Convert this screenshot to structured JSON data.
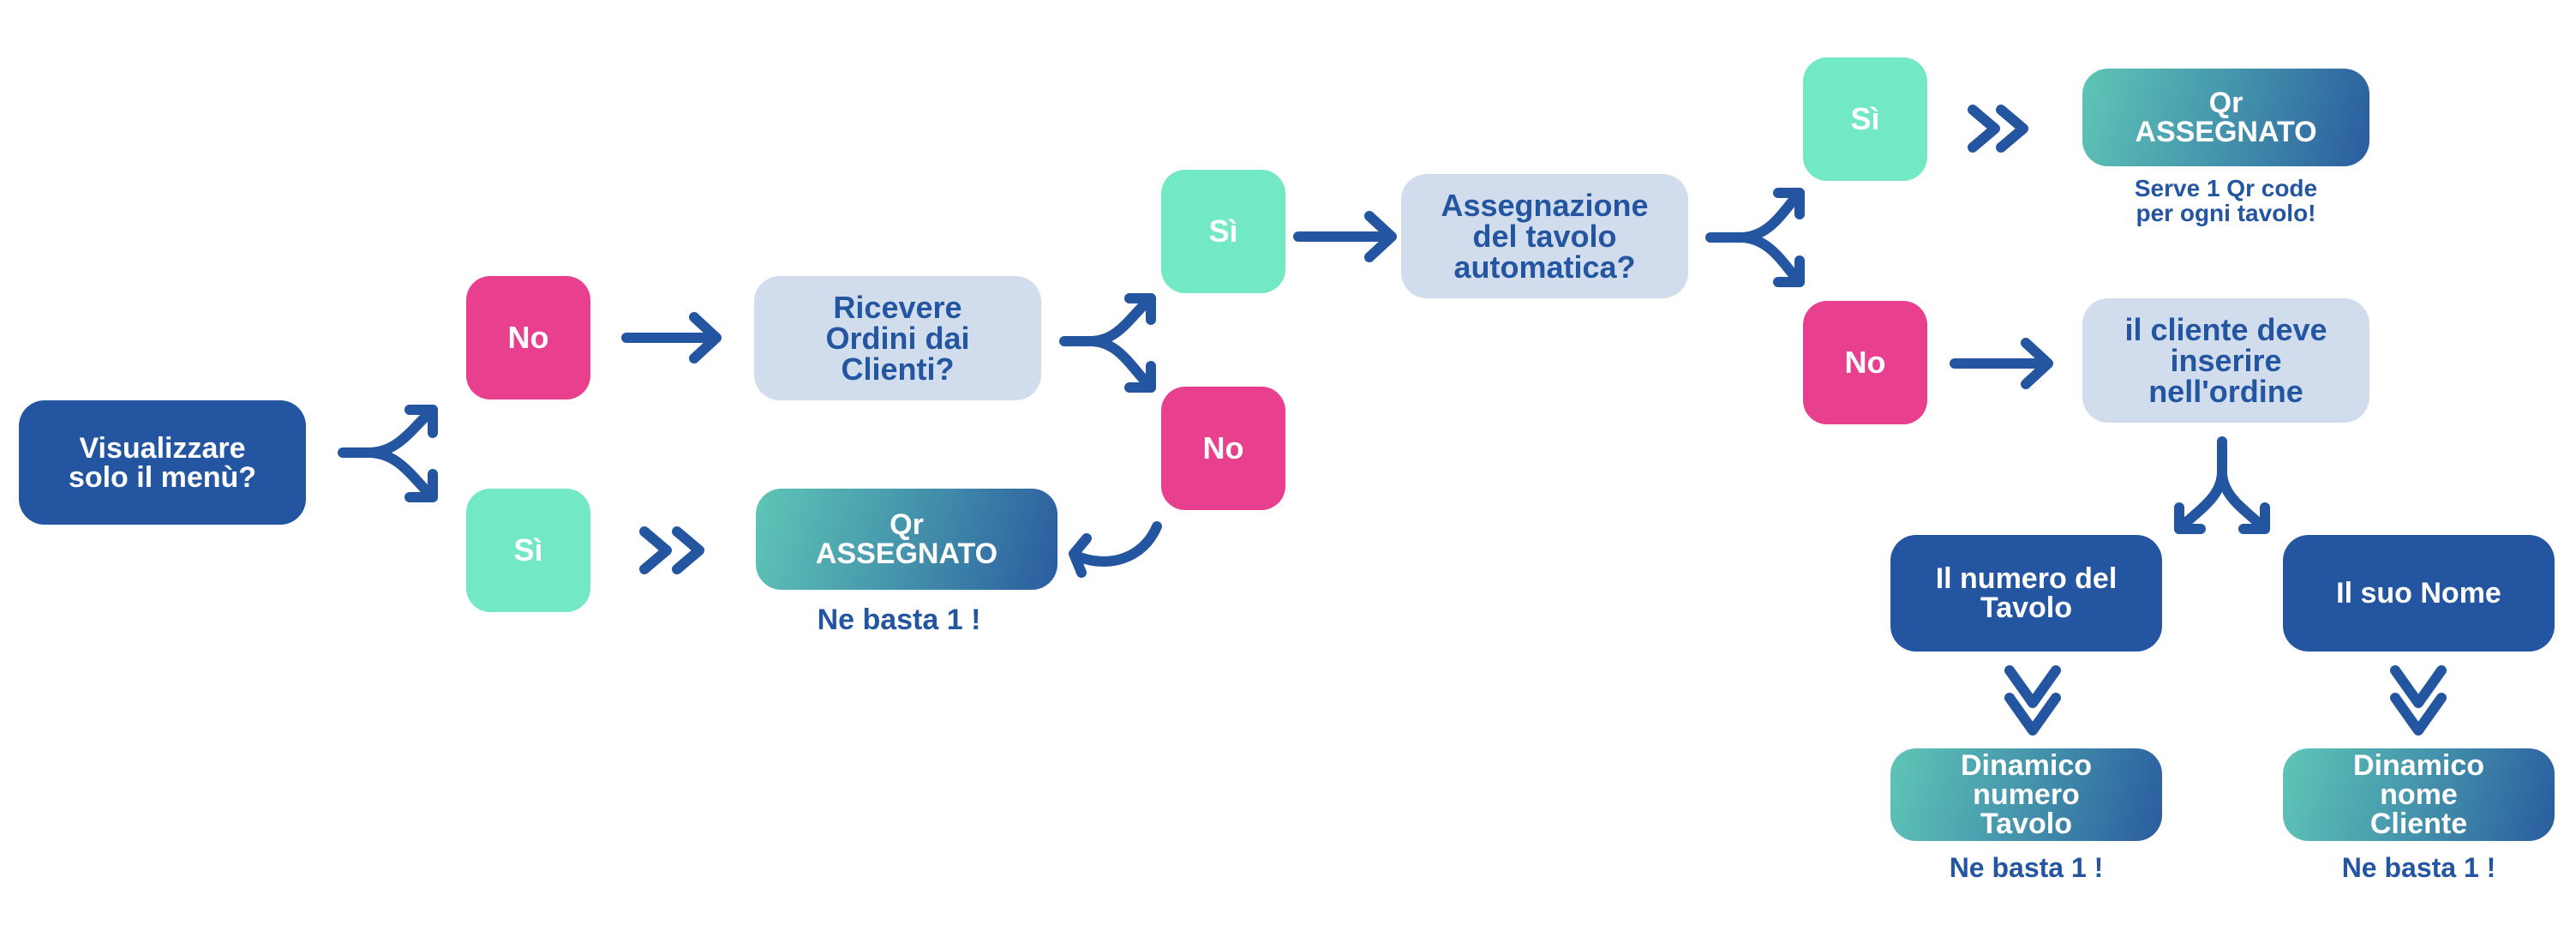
{
  "diagram": {
    "title": "",
    "colors": {
      "primary_blue": "#2455a0",
      "question_bg": "#d1dded",
      "yes_green": "#72e8c4",
      "no_pink": "#e8408f",
      "gradient_start": "#5fc6b6",
      "gradient_end": "#2a5c9f"
    },
    "nodes": {
      "q_menu": "Visualizzare\nsolo il menù?",
      "a1_no": "No",
      "a1_si": "Sì",
      "q_orders": "Ricevere\nOrdini dai\nClienti?",
      "qr_single": "Qr\nASSEGNATO",
      "qr_single_note": "Ne basta 1 !",
      "a2_si": "Sì",
      "a2_no": "No",
      "q_auto_table": "Assegnazione\ndel tavolo\nautomatica?",
      "a3_si": "Sì",
      "a3_no": "No",
      "qr_per_table": "Qr\nASSEGNATO",
      "qr_per_table_note": "Serve 1 Qr code\nper ogni tavolo!",
      "client_must_insert": "il cliente deve\ninserire\nnell'ordine",
      "opt_table_number": "Il numero del\nTavolo",
      "opt_name": "Il suo Nome",
      "dyn_table": "Dinamico\nnumero\nTavolo",
      "dyn_table_note": "Ne basta 1 !",
      "dyn_name": "Dinamico\nnome\nCliente",
      "dyn_name_note": "Ne basta 1 !"
    },
    "edges": [
      {
        "from": "q_menu",
        "to": [
          "a1_no",
          "a1_si"
        ],
        "icon": "split-arrow-icon"
      },
      {
        "from": "a1_no",
        "to": "q_orders",
        "icon": "arrow-right-icon"
      },
      {
        "from": "a1_si",
        "to": "qr_single",
        "icon": "double-chevron-right-icon"
      },
      {
        "from": "q_orders",
        "to": [
          "a2_si",
          "a2_no"
        ],
        "icon": "split-arrow-icon"
      },
      {
        "from": "a2_no",
        "to": "qr_single",
        "icon": "curved-arrow-icon"
      },
      {
        "from": "a2_si",
        "to": "q_auto_table",
        "icon": "arrow-right-icon"
      },
      {
        "from": "q_auto_table",
        "to": [
          "a3_si",
          "a3_no"
        ],
        "icon": "split-arrow-icon"
      },
      {
        "from": "a3_si",
        "to": "qr_per_table",
        "icon": "double-chevron-right-icon"
      },
      {
        "from": "a3_no",
        "to": "client_must_insert",
        "icon": "arrow-right-icon"
      },
      {
        "from": "client_must_insert",
        "to": [
          "opt_table_number",
          "opt_name"
        ],
        "icon": "split-down-arrow-icon"
      },
      {
        "from": "opt_table_number",
        "to": "dyn_table",
        "icon": "double-chevron-down-icon"
      },
      {
        "from": "opt_name",
        "to": "dyn_name",
        "icon": "double-chevron-down-icon"
      }
    ]
  }
}
